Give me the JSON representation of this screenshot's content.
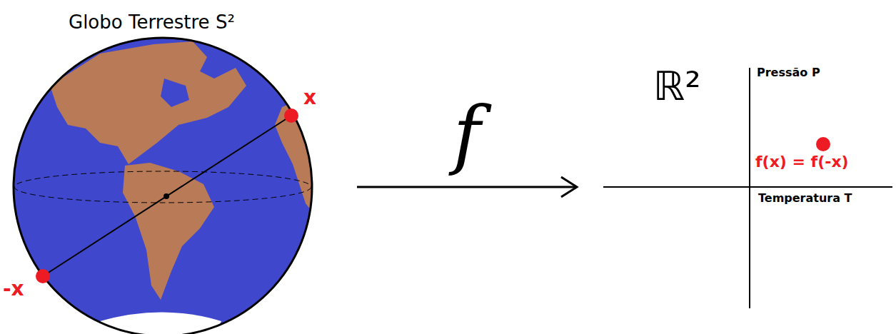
{
  "diagram": {
    "nodes": [
      {
        "text": [
          "Globo Terrestre  S²"
        ]
      },
      {
        "text": [
          "ℝ²"
        ]
      }
    ],
    "edges": [
      {
        "from": 0,
        "to": 1,
        "label": "f",
        "arrow": "to"
      }
    ],
    "labels": [
      "x",
      "-x",
      "Pressão P",
      "Temperatura T",
      "f(x) = f(-x)"
    ]
  }
}
